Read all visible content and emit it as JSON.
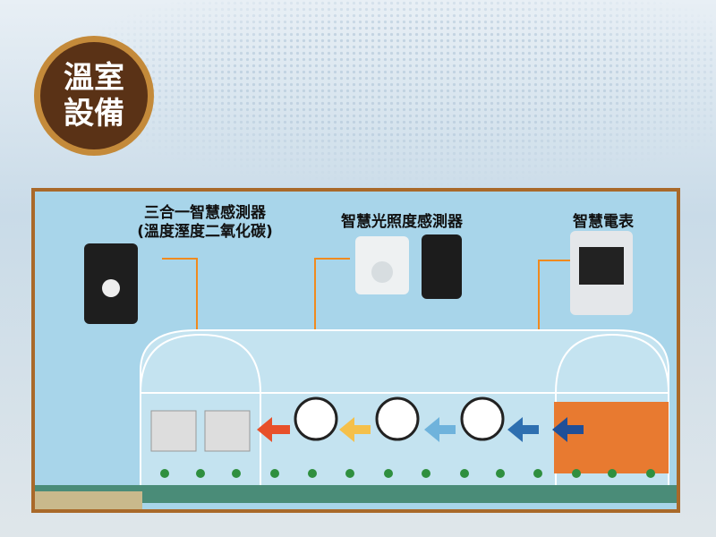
{
  "badge": {
    "line1": "溫室",
    "line2": "設備"
  },
  "devices": [
    {
      "name": "三合一智慧感測器",
      "sub": "(溫度溼度二氧化碳)"
    },
    {
      "name": "智慧光照度感測器"
    },
    {
      "name": "智慧電表"
    }
  ],
  "colors": {
    "frame": "#a9692a",
    "panel": "#a8d5ea",
    "accent": "#f08a1e",
    "badge": "#5a3216"
  }
}
